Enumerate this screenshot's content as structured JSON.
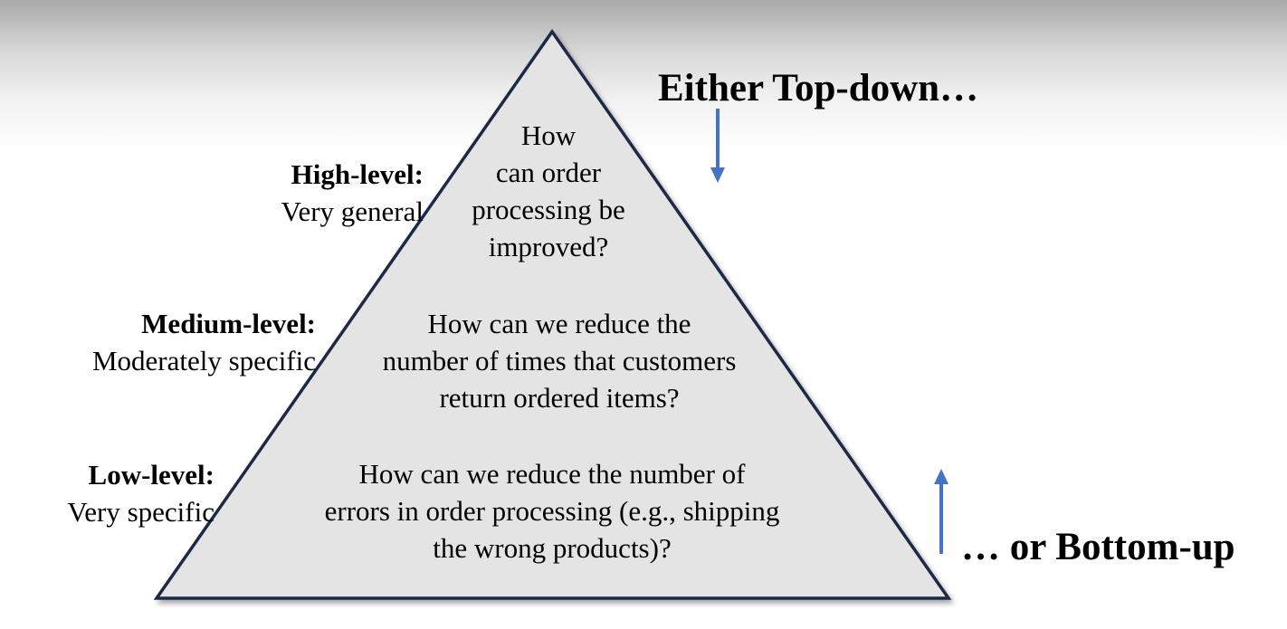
{
  "levels": {
    "high": {
      "title": "High-level:",
      "description": "Very general"
    },
    "medium": {
      "title": "Medium-level:",
      "description": "Moderately specific"
    },
    "low": {
      "title": "Low-level:",
      "description": "Very specific"
    }
  },
  "questions": {
    "high": [
      "How",
      "can order",
      "processing be",
      "improved?"
    ],
    "medium": [
      "How can we reduce the",
      "number of times that customers",
      "return ordered items?"
    ],
    "low": [
      "How can we reduce the number of",
      "errors in order processing (e.g., shipping",
      "the wrong products)?"
    ]
  },
  "directions": {
    "top_down": "Either Top-down…",
    "bottom_up": "… or Bottom-up"
  },
  "colors": {
    "pyramid_fill": "#e4e4e4",
    "pyramid_stroke": "#1a2a44",
    "arrow": "#4472c4"
  }
}
